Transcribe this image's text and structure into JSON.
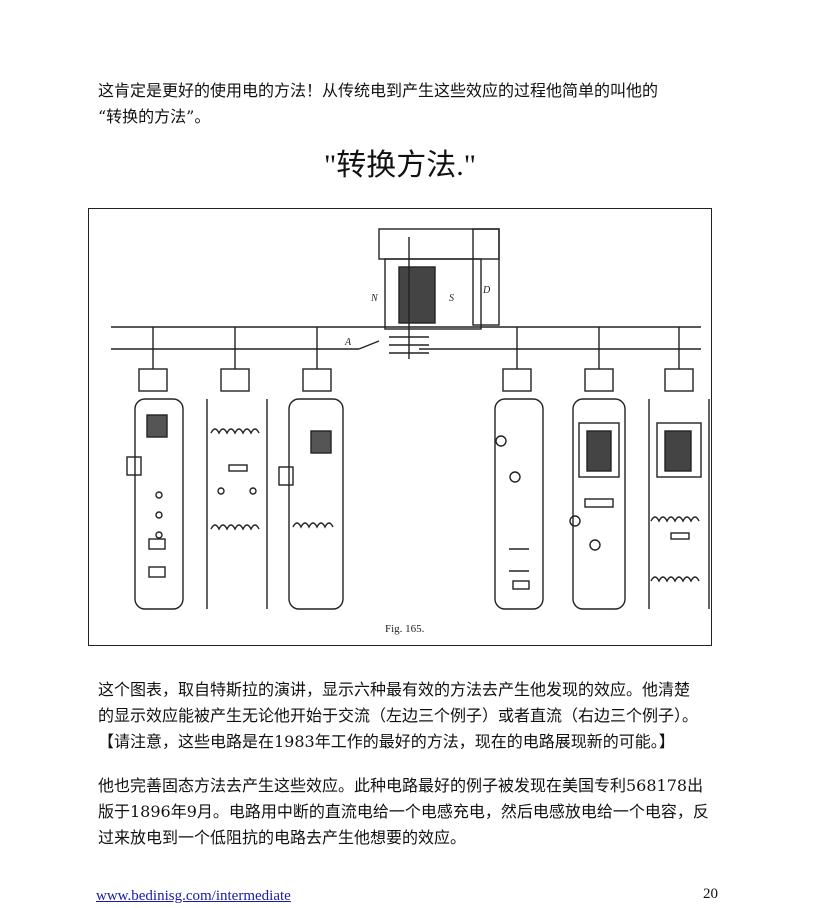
{
  "intro": {
    "line1": "这肯定是更好的使用电的方法！从传统电到产生这些效应的过程他简单的叫他的",
    "line2": "“转换的方法”。"
  },
  "heading": "\"转换方法.\"",
  "figure": {
    "caption": "Fig. 165."
  },
  "paragraph1": {
    "line1": "这个图表，取自特斯拉的演讲，显示六种最有效的方法去产生他发现的效应。他清楚",
    "line2": "的显示效应能被产生无论他开始于交流（左边三个例子）或者直流（右边三个例子）。",
    "line3": "【请注意，这些电路是在1983年工作的最好的方法，现在的电路展现新的可能。】"
  },
  "paragraph2": {
    "line1": "他也完善固态方法去产生这些效应。此种电路最好的例子被发现在美国专利568178出",
    "line2": "版于1896年9月。电路用中断的直流电给一个电感充电，然后电感放电给一个电容，反",
    "line3": "过来放电到一个低阻抗的电路去产生他想要的效应。"
  },
  "footer": {
    "link": "www.bedinisg.com/intermediate",
    "page_number": "20"
  }
}
